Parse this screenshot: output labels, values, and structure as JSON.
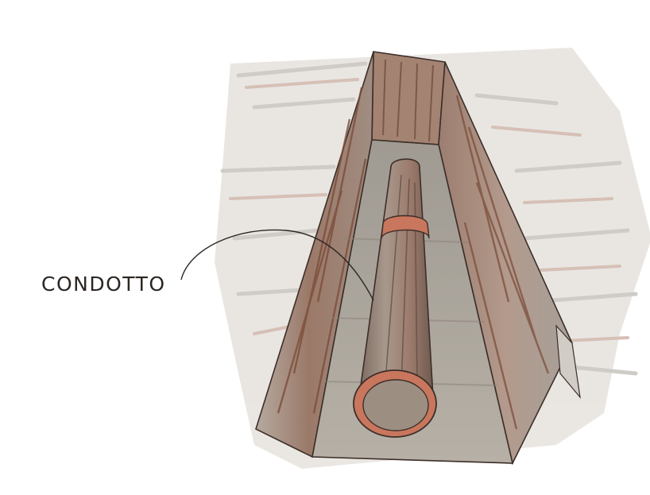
{
  "label": {
    "text": "CONDOTTO"
  },
  "colors": {
    "paper": "#ffffff",
    "trench_shadow": "#8f7e74",
    "trench_brown": "#8a5340",
    "soil_gray": "#a9aaa4",
    "pipe_rim": "#c8765d",
    "pipe_inner": "#9c8f82",
    "ink": "#2b2622"
  },
  "icons": {
    "trench": "trench-illustration",
    "pipe": "pipe-illustration",
    "leader": "leader-line"
  }
}
